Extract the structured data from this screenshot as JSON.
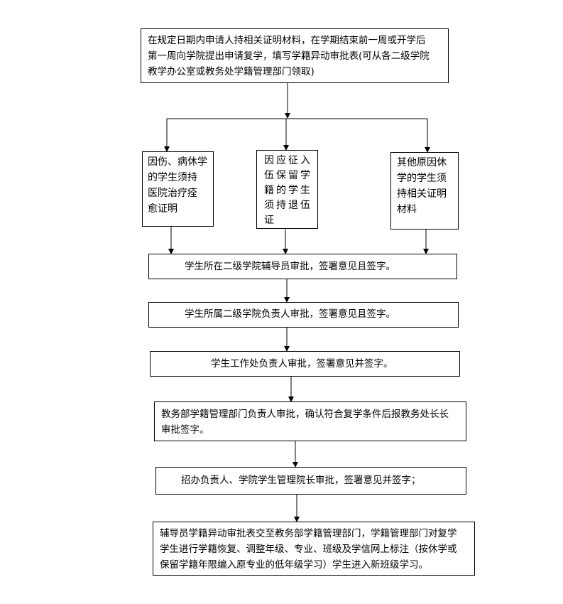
{
  "flowchart": {
    "start": {
      "lines": [
        "在规定日期内申请人持相关证明材料，在学期结束前一周或开学后",
        "第一周向学院提出申请复学，填写学籍异动审批表(可从各二级学院",
        "教学办公室或教务处学籍管理部门领取)"
      ]
    },
    "branches": [
      {
        "lines": [
          "因伤、病休学",
          "的学生须持",
          "医院治疗痊",
          "愈证明"
        ]
      },
      {
        "lines": [
          "因应征入",
          "伍保留学",
          "籍的学生",
          "须持退伍",
          "证"
        ]
      },
      {
        "lines": [
          "其他原因休",
          "学的学生须",
          "持相关证明",
          "材料"
        ]
      }
    ],
    "steps": [
      {
        "text": "学生所在二级学院辅导员审批，签署意见且签字。"
      },
      {
        "text": "学生所属二级学院负责人审批，签署意见且签字。"
      },
      {
        "text": "学生工作处负责人审批，签署意见并签字。"
      },
      {
        "lines": [
          "教务部学籍管理部门负责人审批，确认符合复学条件后报教务处长长",
          "审批签字。"
        ]
      },
      {
        "text": "招办负责人、学院学生管理院长审批，签署意见并签字；"
      },
      {
        "lines": [
          "辅导员学籍异动审批表交至教务部学籍管理部门，学籍管理部门对复学",
          "学生进行学籍恢复、调整年级、专业、班级及学信网上标注（按休学或",
          "保留学籍年限编入原专业的低年级学习）学生进入新班级学习。"
        ]
      }
    ]
  }
}
